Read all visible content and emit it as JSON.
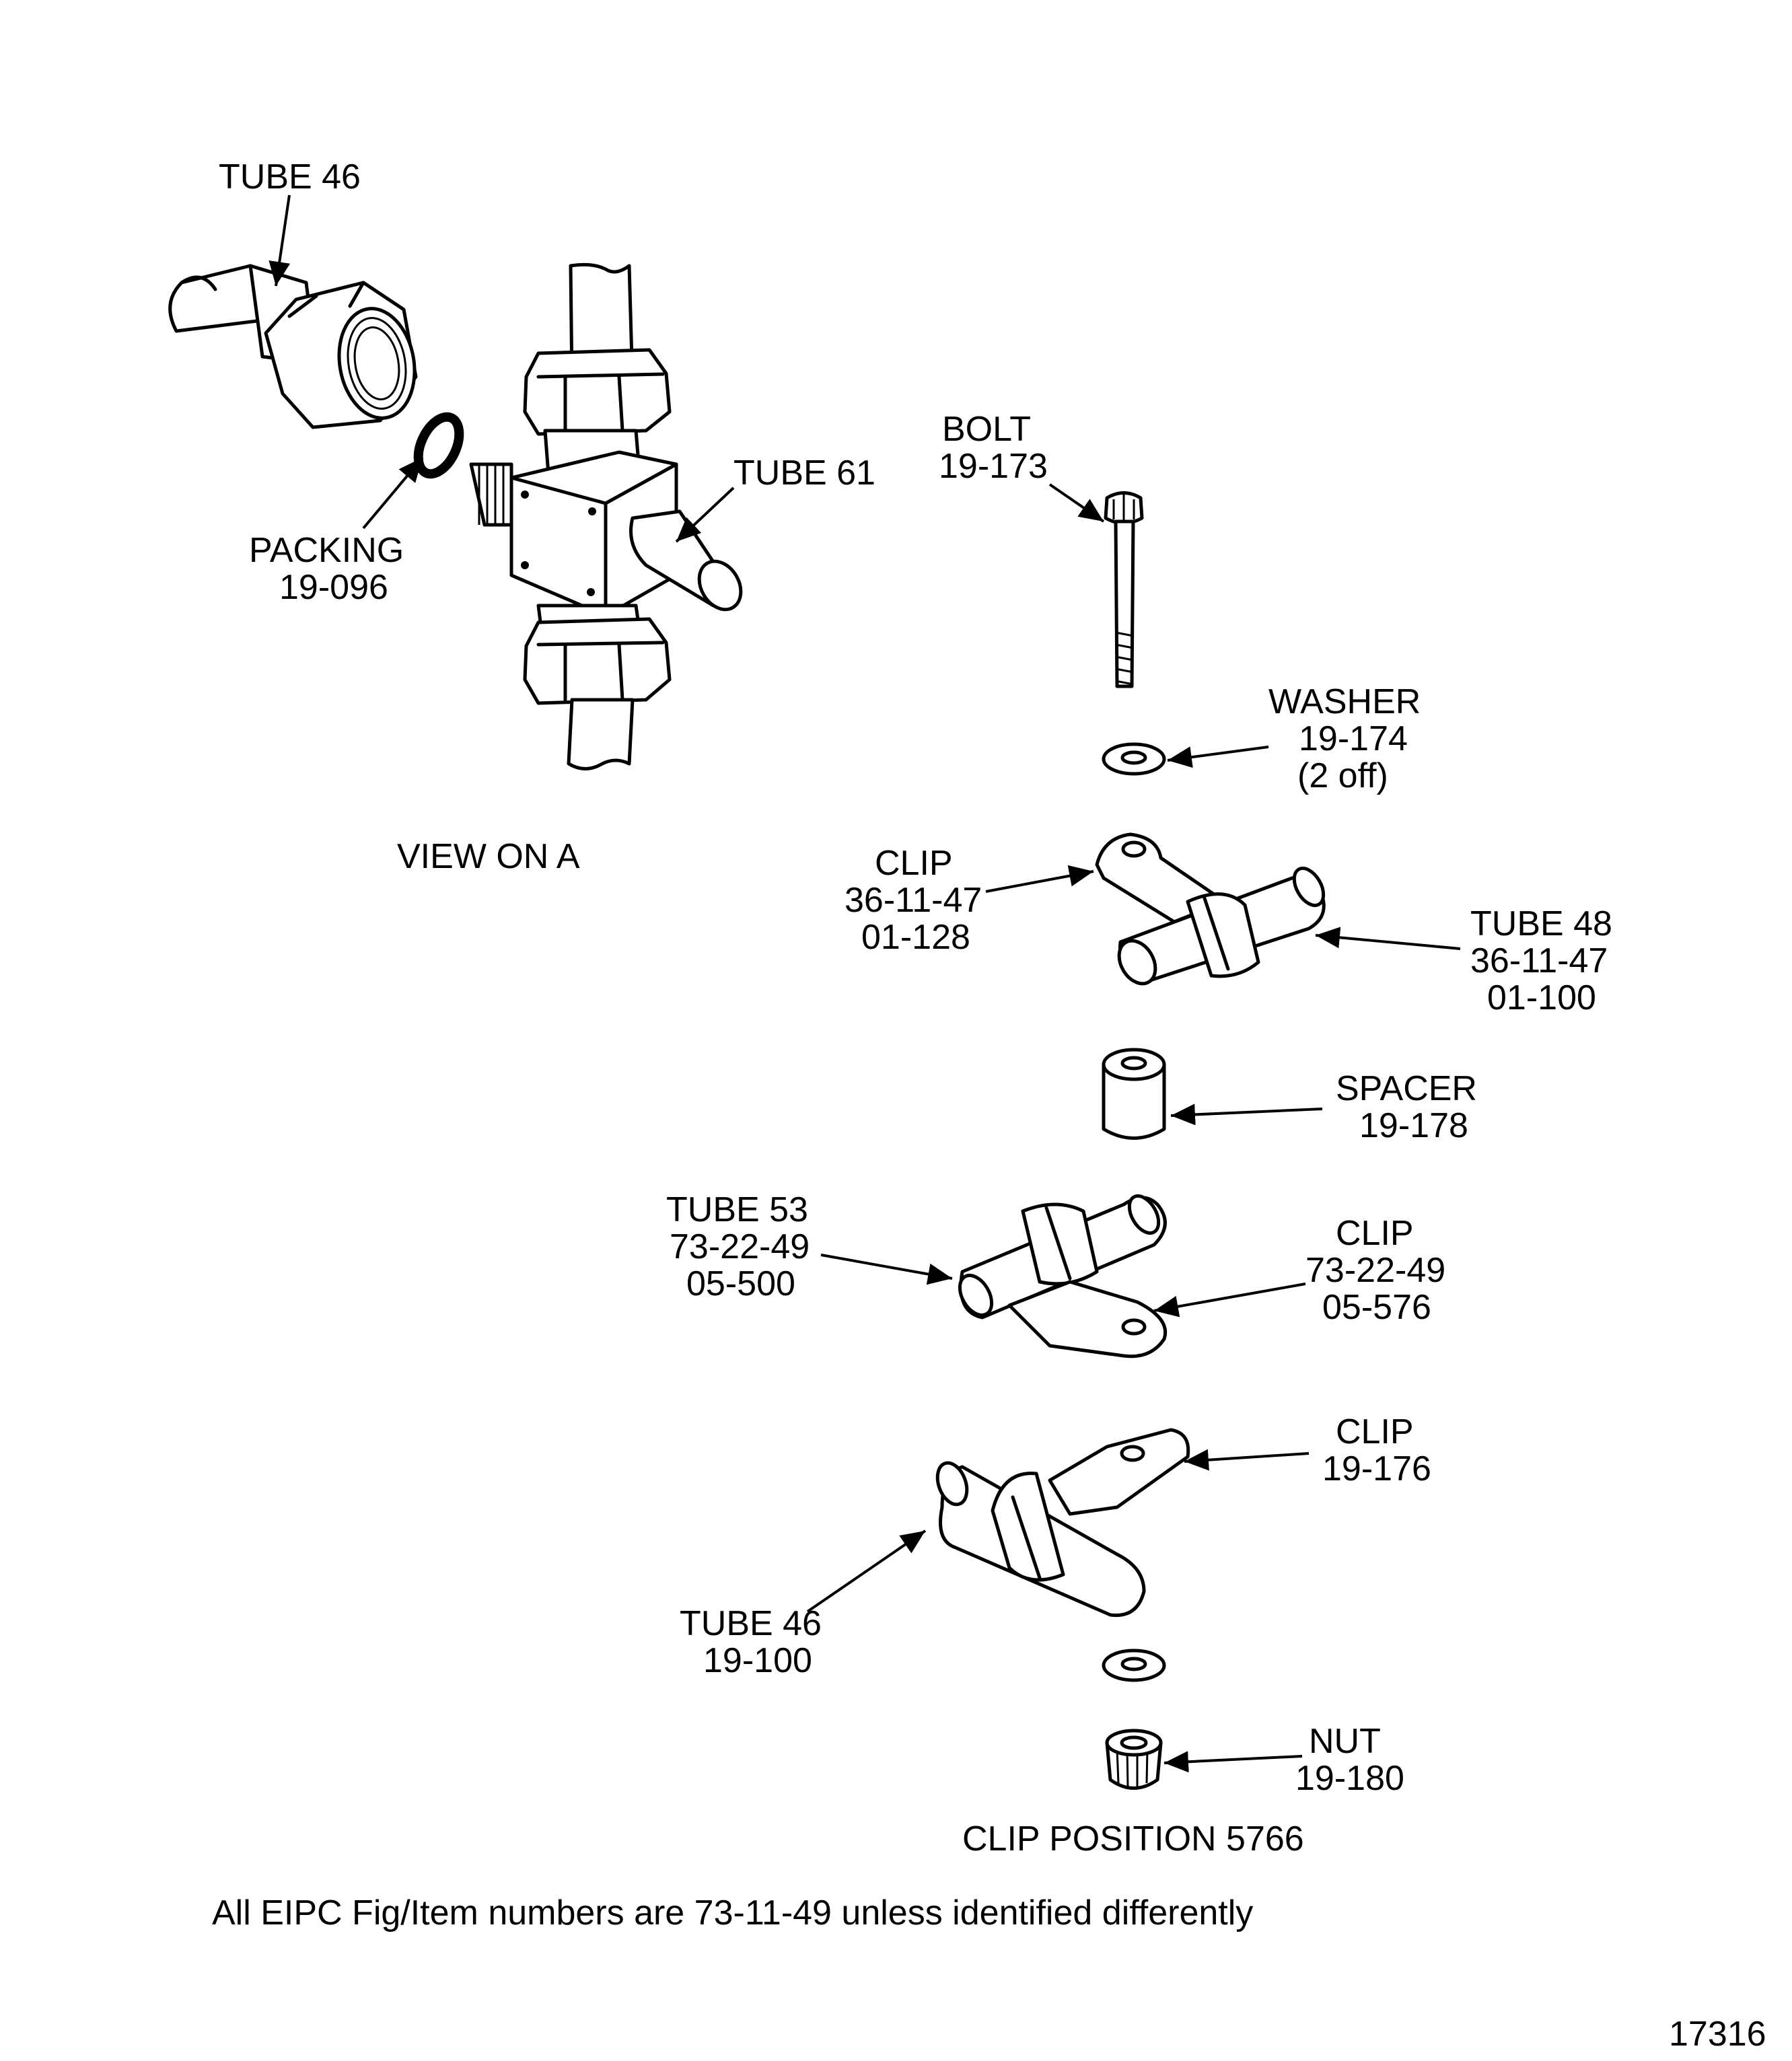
{
  "callouts": {
    "tube46_top": {
      "name": "TUBE 46"
    },
    "packing": {
      "name": "PACKING",
      "ref": "19-096"
    },
    "tube61": {
      "name": "TUBE 61"
    },
    "view_label": "VIEW ON A",
    "bolt": {
      "name": "BOLT",
      "ref": "19-173"
    },
    "washer": {
      "name": "WASHER",
      "ref": "19-174",
      "qty": "(2 off)"
    },
    "clip1": {
      "name": "CLIP",
      "ref1": "36-11-47",
      "ref2": "01-128"
    },
    "tube48": {
      "name": "TUBE 48",
      "ref1": "36-11-47",
      "ref2": "01-100"
    },
    "spacer": {
      "name": "SPACER",
      "ref": "19-178"
    },
    "tube53": {
      "name": "TUBE 53",
      "ref1": "73-22-49",
      "ref2": "05-500"
    },
    "clip2": {
      "name": "CLIP",
      "ref1": "73-22-49",
      "ref2": "05-576"
    },
    "clip3": {
      "name": "CLIP",
      "ref": "19-176"
    },
    "tube46_bottom": {
      "name": "TUBE 46",
      "ref": "19-100"
    },
    "nut": {
      "name": "NUT",
      "ref": "19-180"
    },
    "clip_position": "CLIP POSITION 5766"
  },
  "footer_note": "All EIPC Fig/Item numbers are 73-11-49 unless identified differently",
  "figure_number": "17316"
}
